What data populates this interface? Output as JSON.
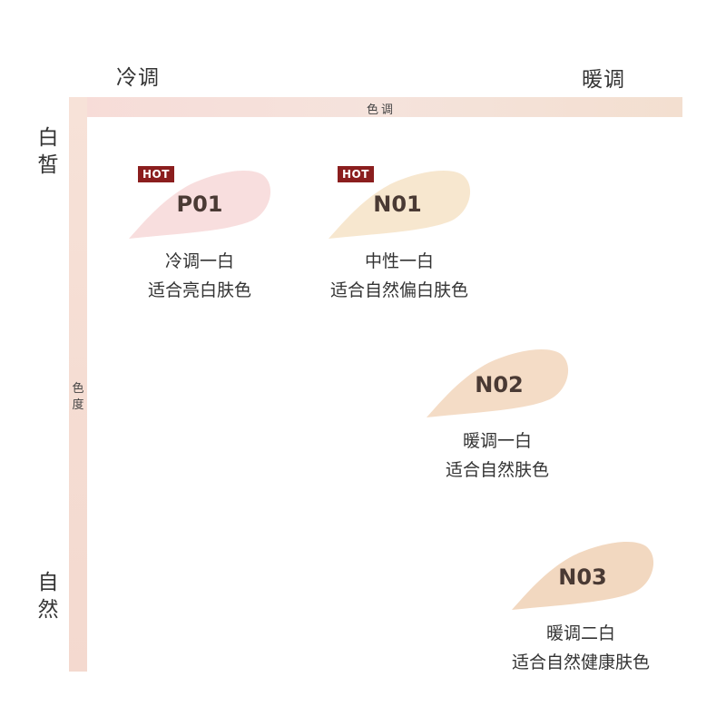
{
  "axes": {
    "top_left": "冷调",
    "top_right": "暖调",
    "left_top": "白皙",
    "left_bottom": "自然",
    "horizontal_bar": "色调",
    "vertical_bar": "色度"
  },
  "badge": "HOT",
  "shades": [
    {
      "code": "P01",
      "line1": "冷调一白",
      "line2": "适合亮白肤色",
      "hot": true,
      "color": "#f8dede"
    },
    {
      "code": "N01",
      "line1": "中性一白",
      "line2": "适合自然偏白肤色",
      "hot": true,
      "color": "#f7e7cf"
    },
    {
      "code": "N02",
      "line1": "暖调一白",
      "line2": "适合自然肤色",
      "hot": false,
      "color": "#f4dcc6"
    },
    {
      "code": "N03",
      "line1": "暖调二白",
      "line2": "适合自然健康肤色",
      "hot": false,
      "color": "#f2d8c0"
    }
  ]
}
